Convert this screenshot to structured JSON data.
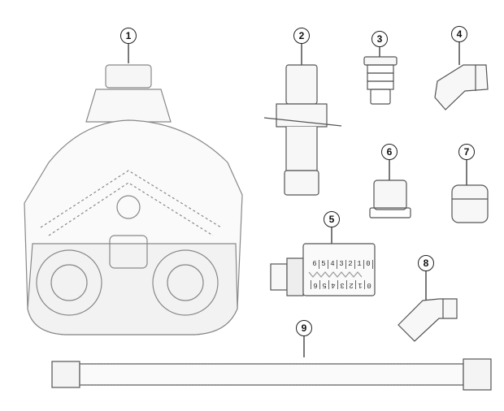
{
  "callouts": [
    "1",
    "2",
    "3",
    "4",
    "5",
    "6",
    "7",
    "8",
    "9"
  ],
  "part5": {
    "top_scale": [
      "6",
      "5",
      "4",
      "3",
      "2",
      "1",
      "0"
    ],
    "bottom_scale": [
      "0",
      "1",
      "2",
      "3",
      "4",
      "5",
      "6"
    ]
  },
  "colors": {
    "line": "#555555",
    "light": "#aaaaaa",
    "fill": "#f4f4f4"
  }
}
